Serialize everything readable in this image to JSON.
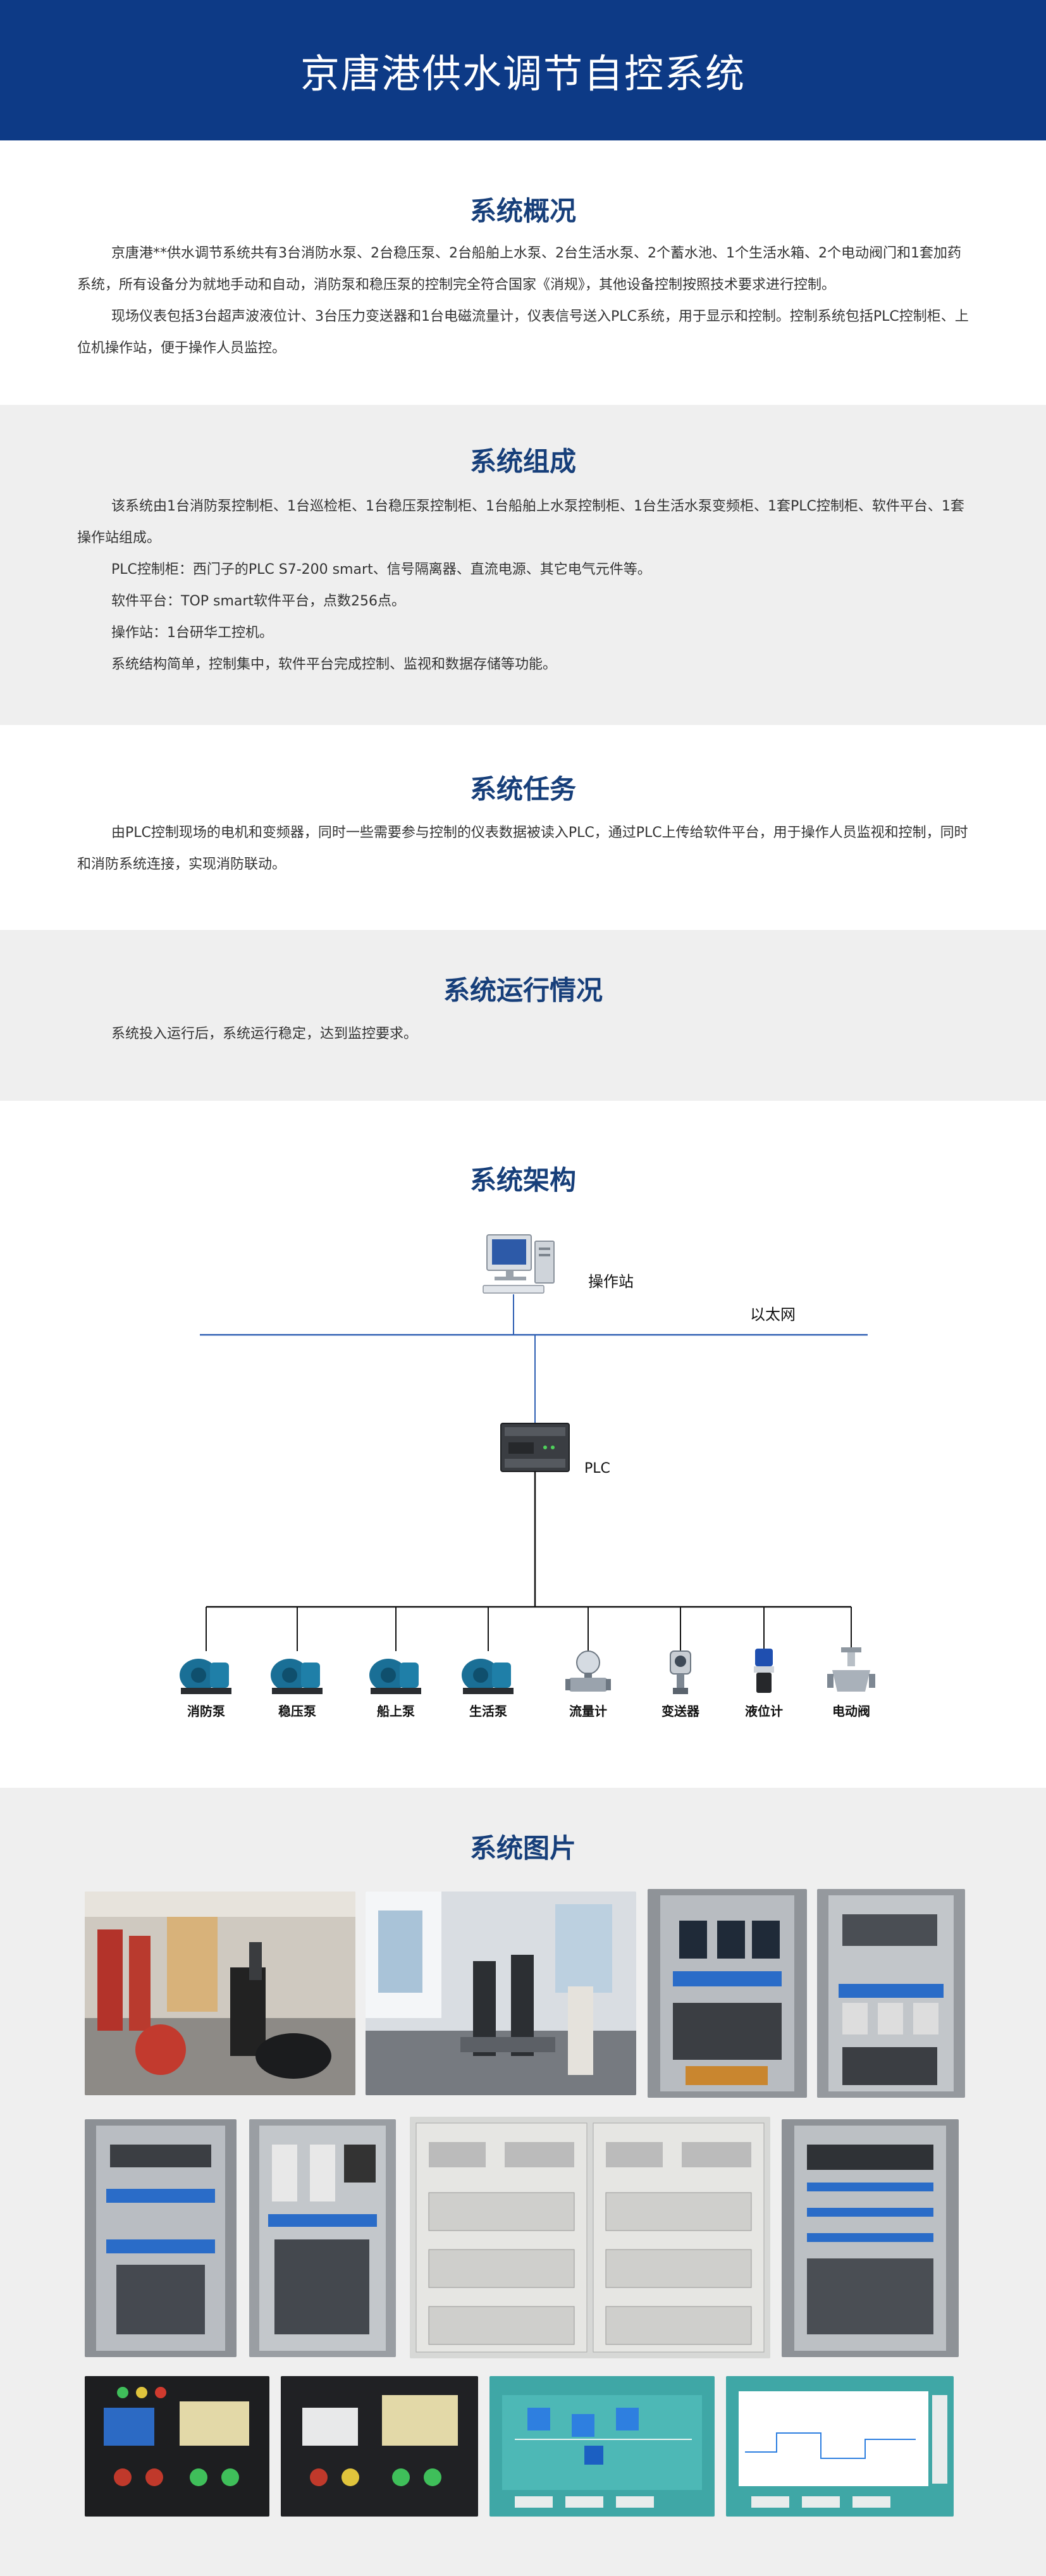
{
  "title": "京唐港供水调节自控系统",
  "overview": {
    "heading": "系统概况",
    "p1": "京唐港**供水调节系统共有3台消防水泵、2台稳压泵、2台船舶上水泵、2台生活水泵、2个蓄水池、1个生活水箱、2个电动阀门和1套加药系统，所有设备分为就地手动和自动，消防泵和稳压泵的控制完全符合国家《消规》，其他设备控制按照技术要求进行控制。",
    "p2": "现场仪表包括3台超声波液位计、3台压力变送器和1台电磁流量计，仪表信号送入PLC系统，用于显示和控制。控制系统包括PLC控制柜、上位机操作站，便于操作人员监控。"
  },
  "composition": {
    "heading": "系统组成",
    "p1": "该系统由1台消防泵控制柜、1台巡检柜、1台稳压泵控制柜、1台船舶上水泵控制柜、1台生活水泵变频柜、1套PLC控制柜、软件平台、1套操作站组成。",
    "p2": "PLC控制柜：西门子的PLC  S7-200  smart、信号隔离器、直流电源、其它电气元件等。",
    "p3": "软件平台：TOP smart软件平台，点数256点。",
    "p4": "操作站：1台研华工控机。",
    "p5": "系统结构简单，控制集中，软件平台完成控制、监视和数据存储等功能。"
  },
  "task": {
    "heading": "系统任务",
    "p1": "由PLC控制现场的电机和变频器，同时一些需要参与控制的仪表数据被读入PLC，通过PLC上传给软件平台，用于操作人员监视和控制，同时和消防系统连接，实现消防联动。"
  },
  "operation": {
    "heading": "系统运行情况",
    "p1": "系统投入运行后，系统运行稳定，达到监控要求。"
  },
  "architecture": {
    "heading": "系统架构",
    "station_label": "操作站",
    "network_label": "以太网",
    "plc_label": "PLC",
    "devices": [
      "消防泵",
      "稳压泵",
      "船上泵",
      "生活泵",
      "流量计",
      "变送器",
      "液位计",
      "电动阀"
    ],
    "colors": {
      "network_line": "#2e5fb3",
      "bus_line": "#111111"
    }
  },
  "pictures": {
    "heading": "系统图片"
  }
}
